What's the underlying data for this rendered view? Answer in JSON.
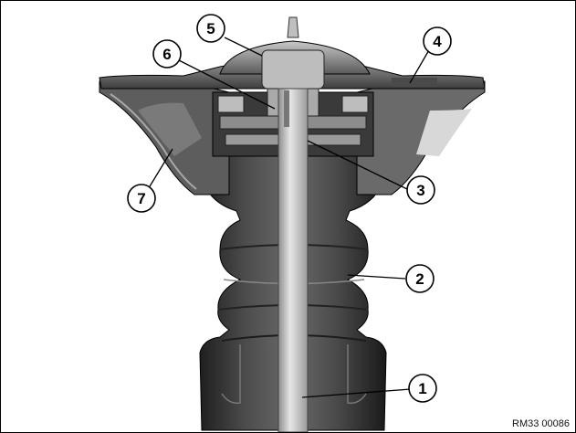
{
  "figure": {
    "reference_code": "RM33 00086",
    "callouts": [
      {
        "number": "1",
        "refers_to": "piston-rod"
      },
      {
        "number": "2",
        "refers_to": "rubber-bellows"
      },
      {
        "number": "3",
        "refers_to": "bearing-washer"
      },
      {
        "number": "4",
        "refers_to": "mounting-flange"
      },
      {
        "number": "5",
        "refers_to": "top-cap"
      },
      {
        "number": "6",
        "refers_to": "retaining-nut"
      },
      {
        "number": "7",
        "refers_to": "support-bearing-housing"
      }
    ]
  },
  "colors": {
    "background": "#ffffff",
    "dark": "#2a2a2a",
    "mid": "#6c6c6c",
    "light": "#b9b9b9",
    "rod": "#d2d2d2",
    "outline": "#000000"
  }
}
